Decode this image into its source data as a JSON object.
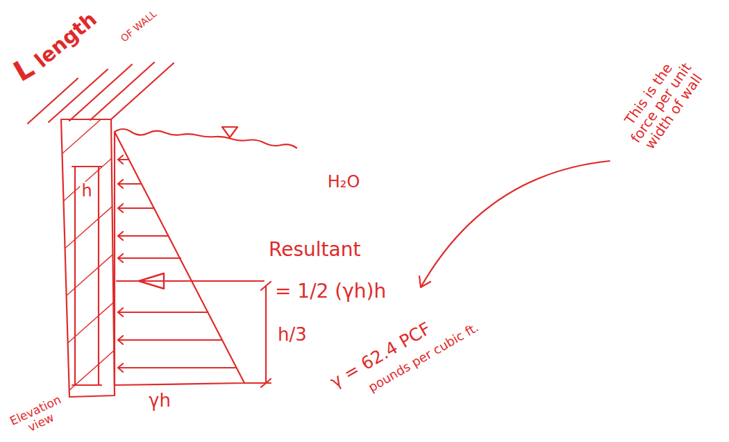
{
  "diagram": {
    "labels": [
      "L",
      "length",
      "OF WALL",
      "h",
      "H₂O",
      "Resultant",
      "= 1/2 (γh)h",
      "This is the force per unit width of wall",
      "h/3",
      "γh",
      "γ = 62.4 PCF",
      "pounds per cubic ft.",
      "Elevation view"
    ]
  }
}
